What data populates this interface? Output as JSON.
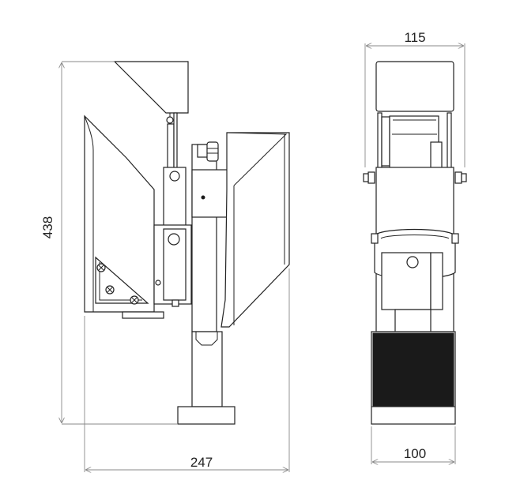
{
  "drawing": {
    "dimensions": {
      "height": "438",
      "width_side": "247",
      "width_top_front": "115",
      "width_bottom_front": "100"
    },
    "views": [
      "side-view",
      "front-view"
    ]
  }
}
